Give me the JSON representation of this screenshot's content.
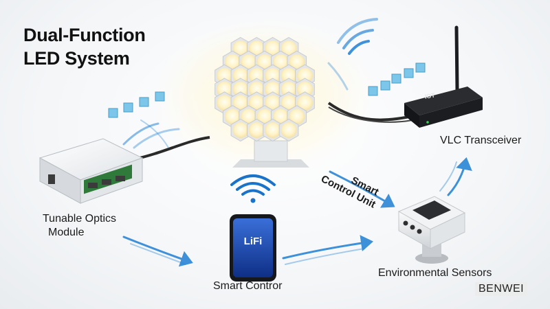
{
  "title": {
    "line1": "Dual-Function",
    "line2": "LED System"
  },
  "labels": {
    "tunable_line1": "Tunable Optics",
    "tunable_line2": "Module",
    "smart_control_unit_line1": "Smart",
    "smart_control_unit_line2": "Control Unit",
    "vlc_transceiver": "VLC Transceiver",
    "smart_contror": "Smart Contror",
    "environmental_sensors": "Environmental Sensors",
    "phone_screen": "LiFi",
    "router_badge": "IOT"
  },
  "watermark": "BENWEI",
  "colors": {
    "flow_arrow": "#2a86d6",
    "led_glow": "#fff3c4",
    "cube": "#7cc6ea",
    "router_body": "#1c1d20"
  }
}
